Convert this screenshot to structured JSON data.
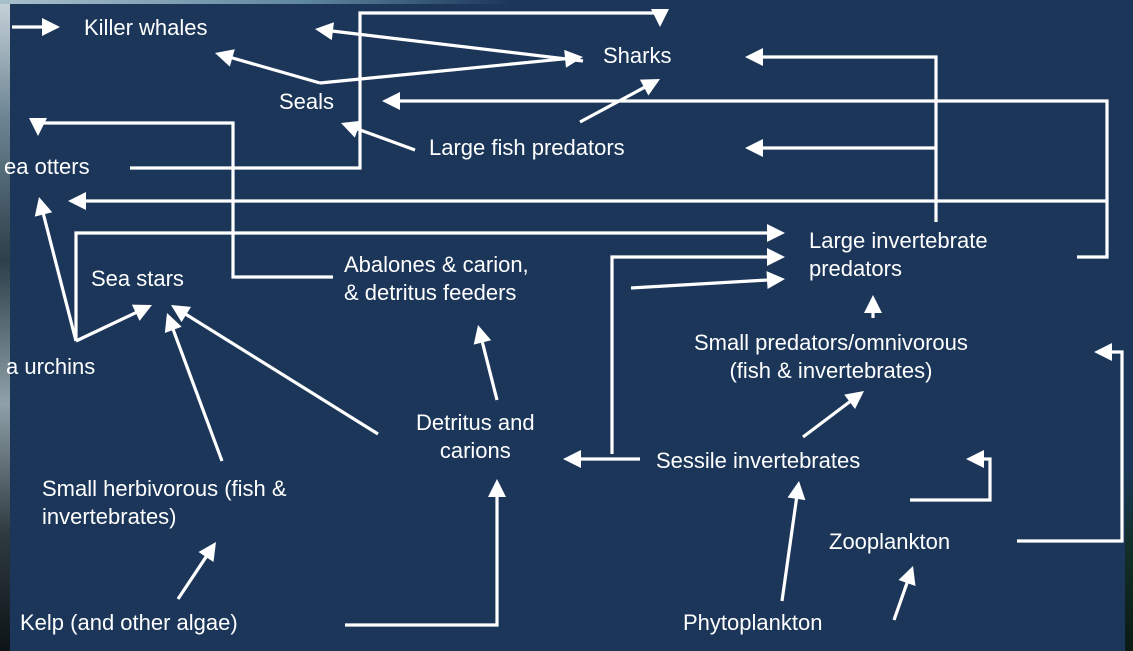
{
  "diagram": {
    "colors": {
      "background": "#1b3659",
      "text": "#ffffff",
      "arrow": "#ffffff"
    },
    "nodes": {
      "killer_whales": "Killer whales",
      "sharks": "Sharks",
      "seals": "Seals",
      "sea_otters": "ea otters",
      "large_fish_predators": "Large fish predators",
      "large_invertebrate_predators": [
        "Large invertebrate",
        "predators"
      ],
      "sea_stars": "Sea stars",
      "abalones": [
        "Abalones & carion,",
        "& detritus feeders"
      ],
      "sea_urchins": "a urchins",
      "small_predators": [
        "Small predators/omnivorous",
        "(fish & invertebrates)"
      ],
      "detritus": [
        "Detritus and",
        "carions"
      ],
      "sessile_invertebrates": "Sessile invertebrates",
      "small_herbivorous": [
        "Small herbivorous (fish &",
        "invertebrates)"
      ],
      "zooplankton": "Zooplankton",
      "kelp": "Kelp (and other algae)",
      "phytoplankton": "Phytoplankton"
    },
    "edges": [
      {
        "from": "offscreen-left",
        "to": "killer_whales"
      },
      {
        "from": "seals",
        "to": "killer_whales"
      },
      {
        "from": "seals",
        "to": "sharks"
      },
      {
        "from": "sharks",
        "to": "killer_whales"
      },
      {
        "from": "sea_otters",
        "to": "sharks"
      },
      {
        "from": "large_fish_predators",
        "to": "sharks"
      },
      {
        "from": "large_fish_predators",
        "to": "seals"
      },
      {
        "from": "large_invertebrate_predators",
        "to": "sharks"
      },
      {
        "from": "large_invertebrate_predators",
        "to": "large_fish_predators"
      },
      {
        "from": "large_invertebrate_predators",
        "to": "seals"
      },
      {
        "from": "large_invertebrate_predators",
        "to": "sea_otters"
      },
      {
        "from": "abalones",
        "to": "sea_otters"
      },
      {
        "from": "sea_urchins",
        "to": "sea_otters"
      },
      {
        "from": "sea_urchins",
        "to": "large_invertebrate_predators"
      },
      {
        "from": "sea_urchins",
        "to": "sea_stars"
      },
      {
        "from": "detritus",
        "to": "sea_stars"
      },
      {
        "from": "small_herbivorous",
        "to": "sea_stars"
      },
      {
        "from": "detritus",
        "to": "abalones"
      },
      {
        "from": "abalones",
        "to": "large_invertebrate_predators"
      },
      {
        "from": "sessile_invertebrates",
        "to": "large_invertebrate_predators"
      },
      {
        "from": "small_predators",
        "to": "large_invertebrate_predators"
      },
      {
        "from": "sessile_invertebrates",
        "to": "detritus"
      },
      {
        "from": "sessile_invertebrates",
        "to": "small_predators"
      },
      {
        "from": "kelp",
        "to": "small_herbivorous"
      },
      {
        "from": "kelp",
        "to": "detritus"
      },
      {
        "from": "phytoplankton",
        "to": "sessile_invertebrates"
      },
      {
        "from": "phytoplankton",
        "to": "zooplankton"
      },
      {
        "from": "zooplankton",
        "to": "sessile_invertebrates"
      },
      {
        "from": "zooplankton",
        "to": "small_predators"
      }
    ]
  }
}
